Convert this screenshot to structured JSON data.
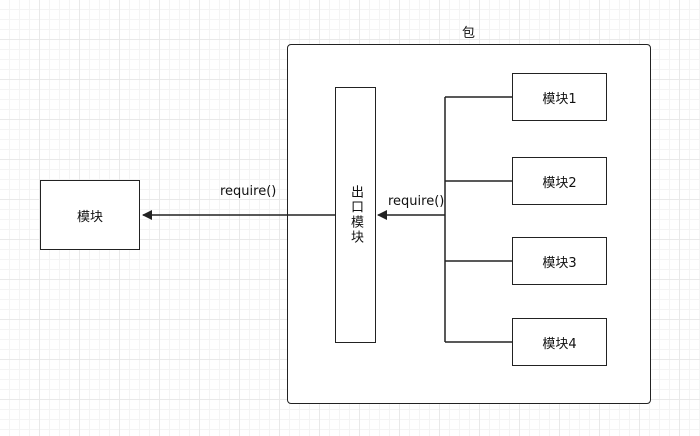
{
  "diagram": {
    "package_label": "包",
    "left_module_label": "模块",
    "exit_module_label": "出口模块",
    "modules": [
      "模块1",
      "模块2",
      "模块3",
      "模块4"
    ],
    "require_left": "require()",
    "require_right": "require()"
  }
}
